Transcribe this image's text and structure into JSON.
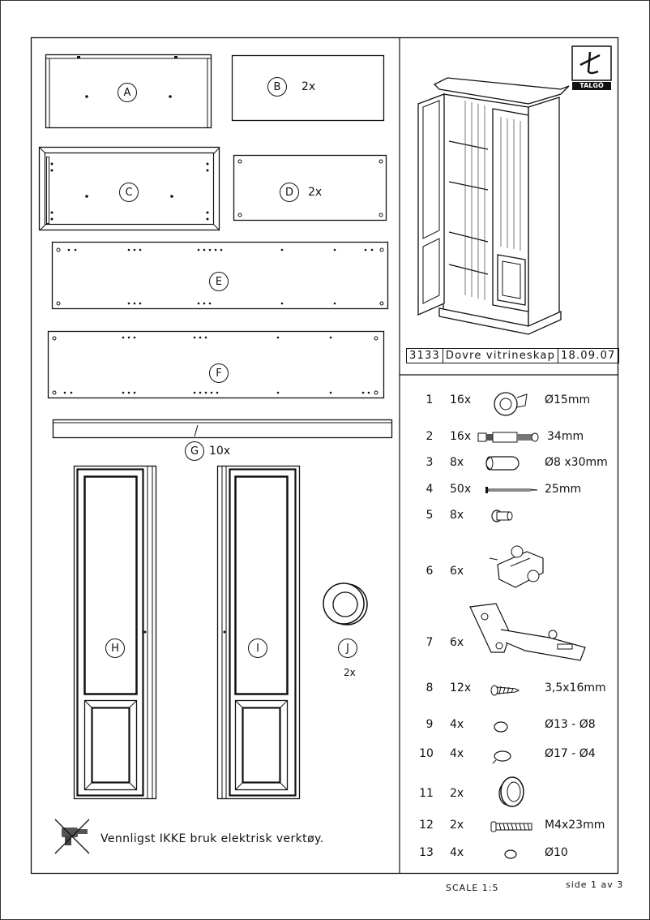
{
  "logo": {
    "text": "TALGÖ"
  },
  "title_block": {
    "number": "3133",
    "name": "Dovre vitrineskap",
    "date": "18.09.07"
  },
  "parts": [
    {
      "letter": "A",
      "qty": ""
    },
    {
      "letter": "B",
      "qty": "2x"
    },
    {
      "letter": "C",
      "qty": ""
    },
    {
      "letter": "D",
      "qty": "2x"
    },
    {
      "letter": "E",
      "qty": ""
    },
    {
      "letter": "F",
      "qty": ""
    },
    {
      "letter": "G",
      "qty": "10x"
    },
    {
      "letter": "H",
      "qty": ""
    },
    {
      "letter": "I",
      "qty": ""
    },
    {
      "letter": "J",
      "qty": "2x"
    }
  ],
  "hardware": [
    {
      "num": "1",
      "qty": "16x",
      "spec": "Ø15mm",
      "icon": "cam-lock-icon"
    },
    {
      "num": "2",
      "qty": "16x",
      "spec": "34mm",
      "icon": "cam-bolt-icon"
    },
    {
      "num": "3",
      "qty": "8x",
      "spec": "Ø8 x30mm",
      "icon": "dowel-icon"
    },
    {
      "num": "4",
      "qty": "50x",
      "spec": "25mm",
      "icon": "nail-icon"
    },
    {
      "num": "5",
      "qty": "8x",
      "spec": "",
      "icon": "shelf-pin-icon"
    },
    {
      "num": "6",
      "qty": "6x",
      "spec": "",
      "icon": "hinge-plate-icon"
    },
    {
      "num": "7",
      "qty": "6x",
      "spec": "",
      "icon": "hinge-icon"
    },
    {
      "num": "8",
      "qty": "12x",
      "spec": "3,5x16mm",
      "icon": "screw-icon"
    },
    {
      "num": "9",
      "qty": "4x",
      "spec": "Ø13 - Ø8",
      "icon": "bumper-small-icon"
    },
    {
      "num": "10",
      "qty": "4x",
      "spec": "Ø17 - Ø4",
      "icon": "bumper-large-icon"
    },
    {
      "num": "11",
      "qty": "2x",
      "spec": "",
      "icon": "knob-icon"
    },
    {
      "num": "12",
      "qty": "2x",
      "spec": "M4x23mm",
      "icon": "machine-screw-icon"
    },
    {
      "num": "13",
      "qty": "4x",
      "spec": "Ø10",
      "icon": "washer-icon"
    }
  ],
  "warning": {
    "text": "Vennligst IKKE bruk elektrisk verktøy.",
    "icon": "no-power-tools-icon"
  },
  "footer": {
    "scale": "SCALE 1:5",
    "page": "side 1 av 3"
  }
}
